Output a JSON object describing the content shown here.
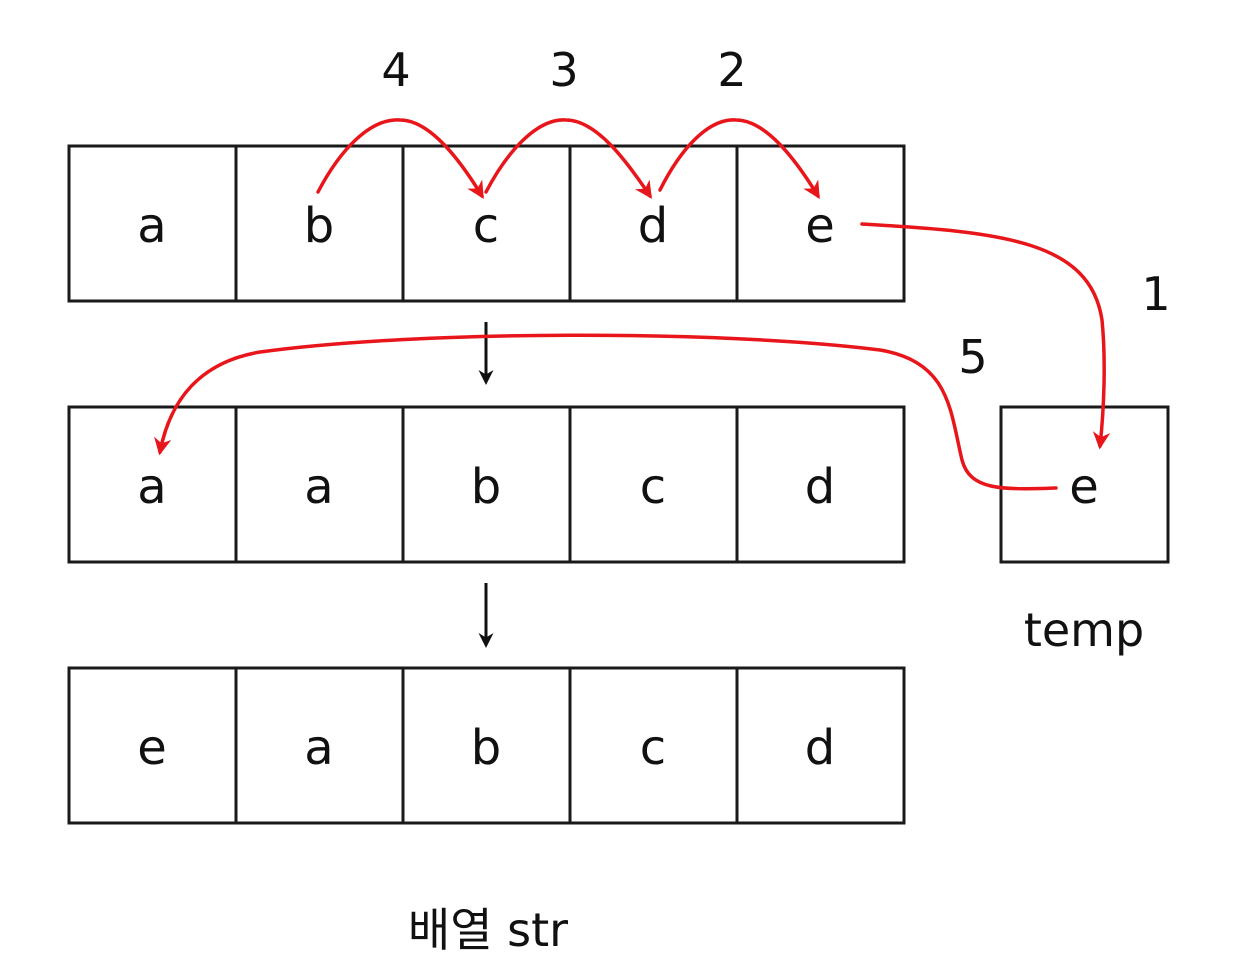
{
  "rows": [
    {
      "cells": [
        "a",
        "b",
        "c",
        "d",
        "e"
      ]
    },
    {
      "cells": [
        "a",
        "a",
        "b",
        "c",
        "d"
      ]
    },
    {
      "cells": [
        "e",
        "a",
        "b",
        "c",
        "d"
      ]
    }
  ],
  "temp": {
    "value": "e",
    "label": "temp"
  },
  "step_labels": {
    "step1": "1",
    "step2": "2",
    "step3": "3",
    "step4": "4",
    "step5": "5"
  },
  "caption": "배열 str",
  "colors": {
    "arrow_red": "#e8151b",
    "line_black": "#1a1a1a"
  }
}
